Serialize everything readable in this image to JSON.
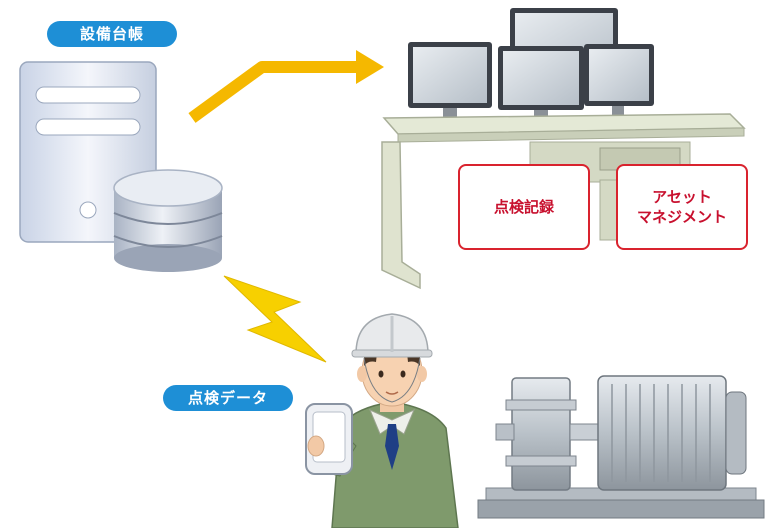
{
  "labels": {
    "equipment_ledger": "設備台帳",
    "inspection_data": "点検データ"
  },
  "boxes": {
    "inspection_records": "点検記録",
    "asset_management_line1": "アセット",
    "asset_management_line2": "マネジメント"
  },
  "colors": {
    "pill": "#1e8fd6",
    "accent_red": "#d9232e",
    "arrow": "#f5b800",
    "lightning": "#f7d000"
  },
  "icons": [
    "server-icon",
    "database-icon",
    "arrow-icon",
    "workstation-icon",
    "lightning-icon",
    "worker-icon",
    "tablet-icon",
    "motor-icon"
  ]
}
